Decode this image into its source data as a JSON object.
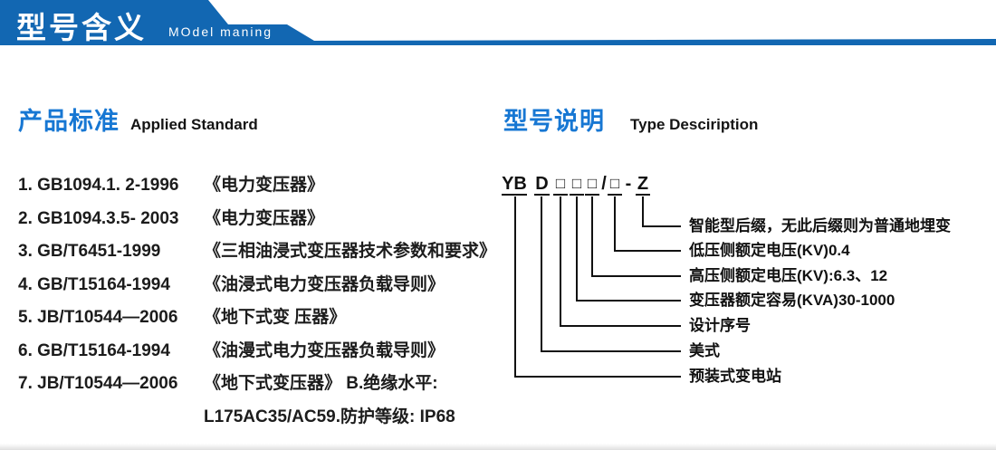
{
  "header": {
    "title_cn": "型号含义",
    "title_en": "MOdel maning"
  },
  "colors": {
    "banner_blue": "#1267b2",
    "accent_blue": "#1777d3",
    "text_dark": "#1c1c1c"
  },
  "left_section": {
    "heading_cn": "产品标准",
    "heading_en": "Applied Standard",
    "items": [
      {
        "code": "1. GB1094.1. 2-1996",
        "desc": "《电力变压器》"
      },
      {
        "code": "2. GB1094.3.5- 2003",
        "desc": "《电力变压器》"
      },
      {
        "code": "3. GB/T6451-1999",
        "desc": "《三相油浸式变压器技术参数和要求》"
      },
      {
        "code": "4. GB/T15164-1994",
        "desc": "《油浸式电力变压器负载导则》"
      },
      {
        "code": "5. JB/T10544—2006",
        "desc": "《地下式变 压器》"
      },
      {
        "code": "6. GB/T15164-1994",
        "desc": "《油漫式电力变压器负载导则》"
      },
      {
        "code": "7. JB/T10544—2006",
        "desc": "《地下式变压器》 B.绝缘水平:"
      },
      {
        "code": "",
        "desc": "L175AC35/AC59.防护等级: IP68"
      }
    ]
  },
  "right_section": {
    "heading_cn": "型号说明",
    "heading_en": "Type Desciription",
    "model_code": {
      "parts": [
        "YB",
        "D",
        "□",
        "□",
        "□",
        "/",
        "□",
        "-",
        "Z"
      ]
    },
    "labels": [
      "智能型后缀，无此后缀则为普通地埋变",
      "低压侧额定电压(KV)0.4",
      "高压侧额定电压(KV):6.3、12",
      "变压器额定容易(KVA)30-1000",
      "设计序号",
      "美式",
      "预装式变电站"
    ]
  }
}
